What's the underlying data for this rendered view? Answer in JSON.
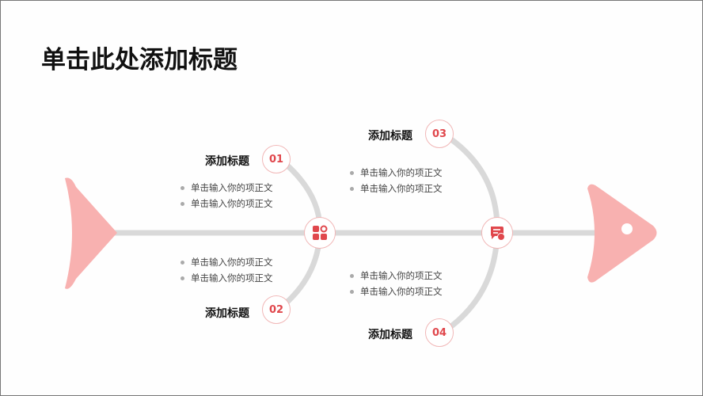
{
  "title": "单击此处添加标题",
  "colors": {
    "accent": "#e0474c",
    "fish": "#f8b1b0",
    "bone": "#d9d9d9"
  },
  "branches": [
    {
      "num": "01",
      "heading": "添加标题",
      "items": [
        "单击输入你的项正文",
        "单击输入你的项正文"
      ]
    },
    {
      "num": "02",
      "heading": "添加标题",
      "items": [
        "单击输入你的项正文",
        "单击输入你的项正文"
      ]
    },
    {
      "num": "03",
      "heading": "添加标题",
      "items": [
        "单击输入你的项正文",
        "单击输入你的项正文"
      ]
    },
    {
      "num": "04",
      "heading": "添加标题",
      "items": [
        "单击输入你的项正文",
        "单击输入你的项正文"
      ]
    }
  ],
  "nodes": [
    {
      "icon": "apps-gear-icon"
    },
    {
      "icon": "chat-clock-icon"
    }
  ]
}
